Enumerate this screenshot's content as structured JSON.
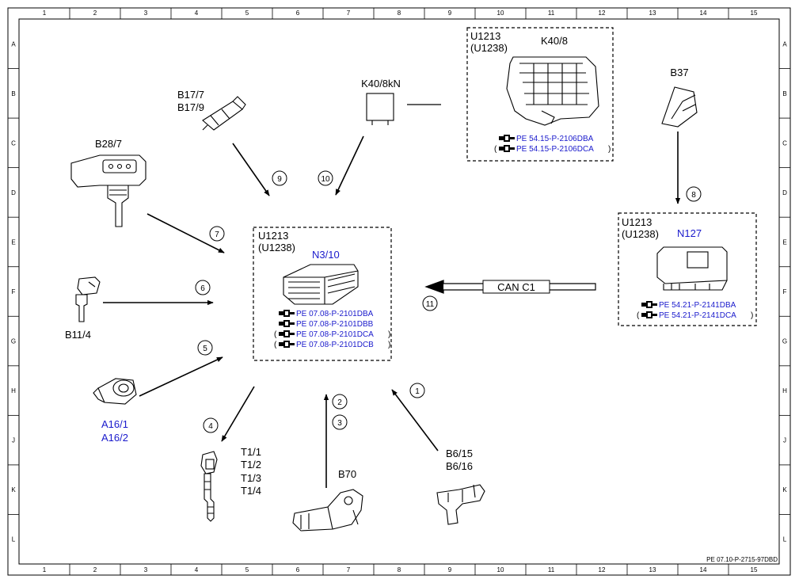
{
  "grid": {
    "columns": [
      "1",
      "2",
      "3",
      "4",
      "5",
      "6",
      "7",
      "8",
      "9",
      "10",
      "11",
      "12",
      "13",
      "14",
      "15"
    ],
    "rows": [
      "A",
      "B",
      "C",
      "D",
      "E",
      "F",
      "G",
      "H",
      "J",
      "K",
      "L"
    ]
  },
  "footer_code": "PE 07.10-P-2715-97DBD",
  "central_unit": {
    "code1": "U1213",
    "code2": "(U1238)",
    "name": "N3/10",
    "refs": [
      {
        "pre": "",
        "text": "PE 07.08-P-2101DBA",
        "post": ""
      },
      {
        "pre": "",
        "text": "PE 07.08-P-2101DBB",
        "post": ""
      },
      {
        "pre": "(",
        "text": "PE 07.08-P-2101DCA",
        "post": ")"
      },
      {
        "pre": "(",
        "text": "PE 07.08-P-2101DCB",
        "post": ")"
      }
    ]
  },
  "k40_box": {
    "code1": "U1213",
    "code2": "(U1238)",
    "name": "K40/8",
    "refs": [
      {
        "pre": "",
        "text": "PE 54.15-P-2106DBA",
        "post": ""
      },
      {
        "pre": "(",
        "text": "PE 54.15-P-2106DCA",
        "post": ")"
      }
    ]
  },
  "n127_box": {
    "code1": "U1213",
    "code2": "(U1238)",
    "name": "N127",
    "refs": [
      {
        "pre": "",
        "text": "PE 54.21-P-2141DBA",
        "post": ""
      },
      {
        "pre": "(",
        "text": "PE 54.21-P-2141DCA",
        "post": ")"
      }
    ]
  },
  "bus_label": "CAN C1",
  "component_labels": {
    "k40_8kn": "K40/8kN",
    "b37": "B37",
    "b17_7": "B17/7",
    "b17_9": "B17/9",
    "b28_7": "B28/7",
    "b11_4": "B11/4",
    "a16_1": "A16/1",
    "a16_2": "A16/2",
    "t1_1": "T1/1",
    "t1_2": "T1/2",
    "t1_3": "T1/3",
    "t1_4": "T1/4",
    "b70": "B70",
    "b6_15": "B6/15",
    "b6_16": "B6/16"
  },
  "signal_numbers": [
    "1",
    "2",
    "3",
    "4",
    "5",
    "6",
    "7",
    "8",
    "9",
    "10",
    "11"
  ]
}
